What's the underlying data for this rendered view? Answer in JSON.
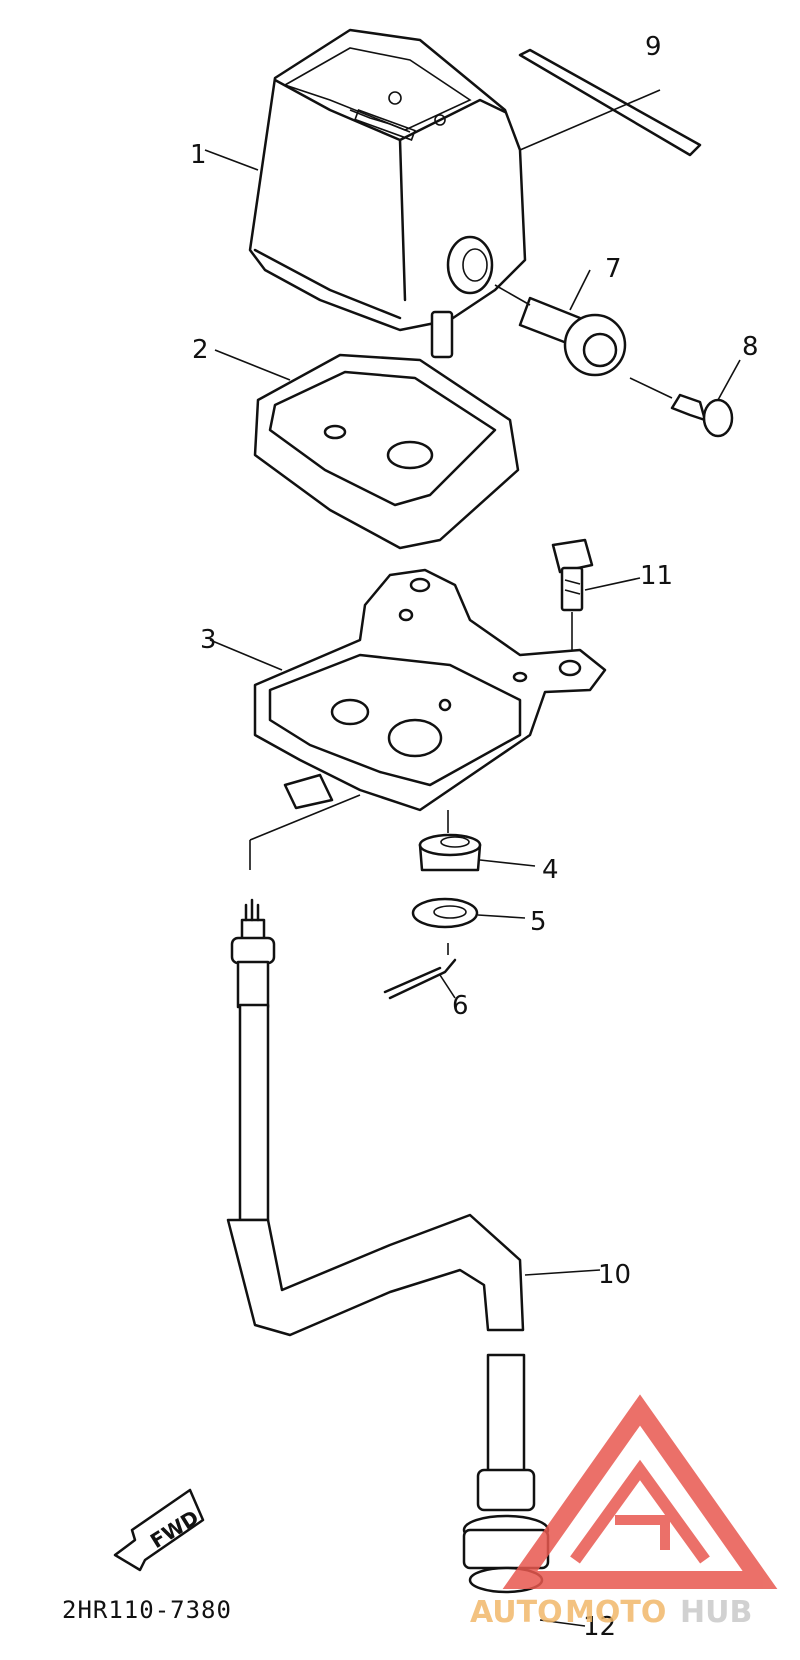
{
  "callouts": [
    {
      "id": "c1",
      "label": "1"
    },
    {
      "id": "c2",
      "label": "2"
    },
    {
      "id": "c3",
      "label": "3"
    },
    {
      "id": "c4",
      "label": "4"
    },
    {
      "id": "c5",
      "label": "5"
    },
    {
      "id": "c6",
      "label": "6"
    },
    {
      "id": "c7",
      "label": "7"
    },
    {
      "id": "c8",
      "label": "8"
    },
    {
      "id": "c9",
      "label": "9"
    },
    {
      "id": "c10",
      "label": "10"
    },
    {
      "id": "c11",
      "label": "11"
    },
    {
      "id": "c12",
      "label": "12"
    }
  ],
  "fwd_label": "FWD",
  "part_code": "2HR110-7380",
  "watermark": {
    "text_auto": "AUTO",
    "text_moto": "MOTO",
    "text_hub": "HUB",
    "accent_color": "#e8584f",
    "moto_color": "#f2b86a",
    "hub_color": "#c9c9c9"
  }
}
